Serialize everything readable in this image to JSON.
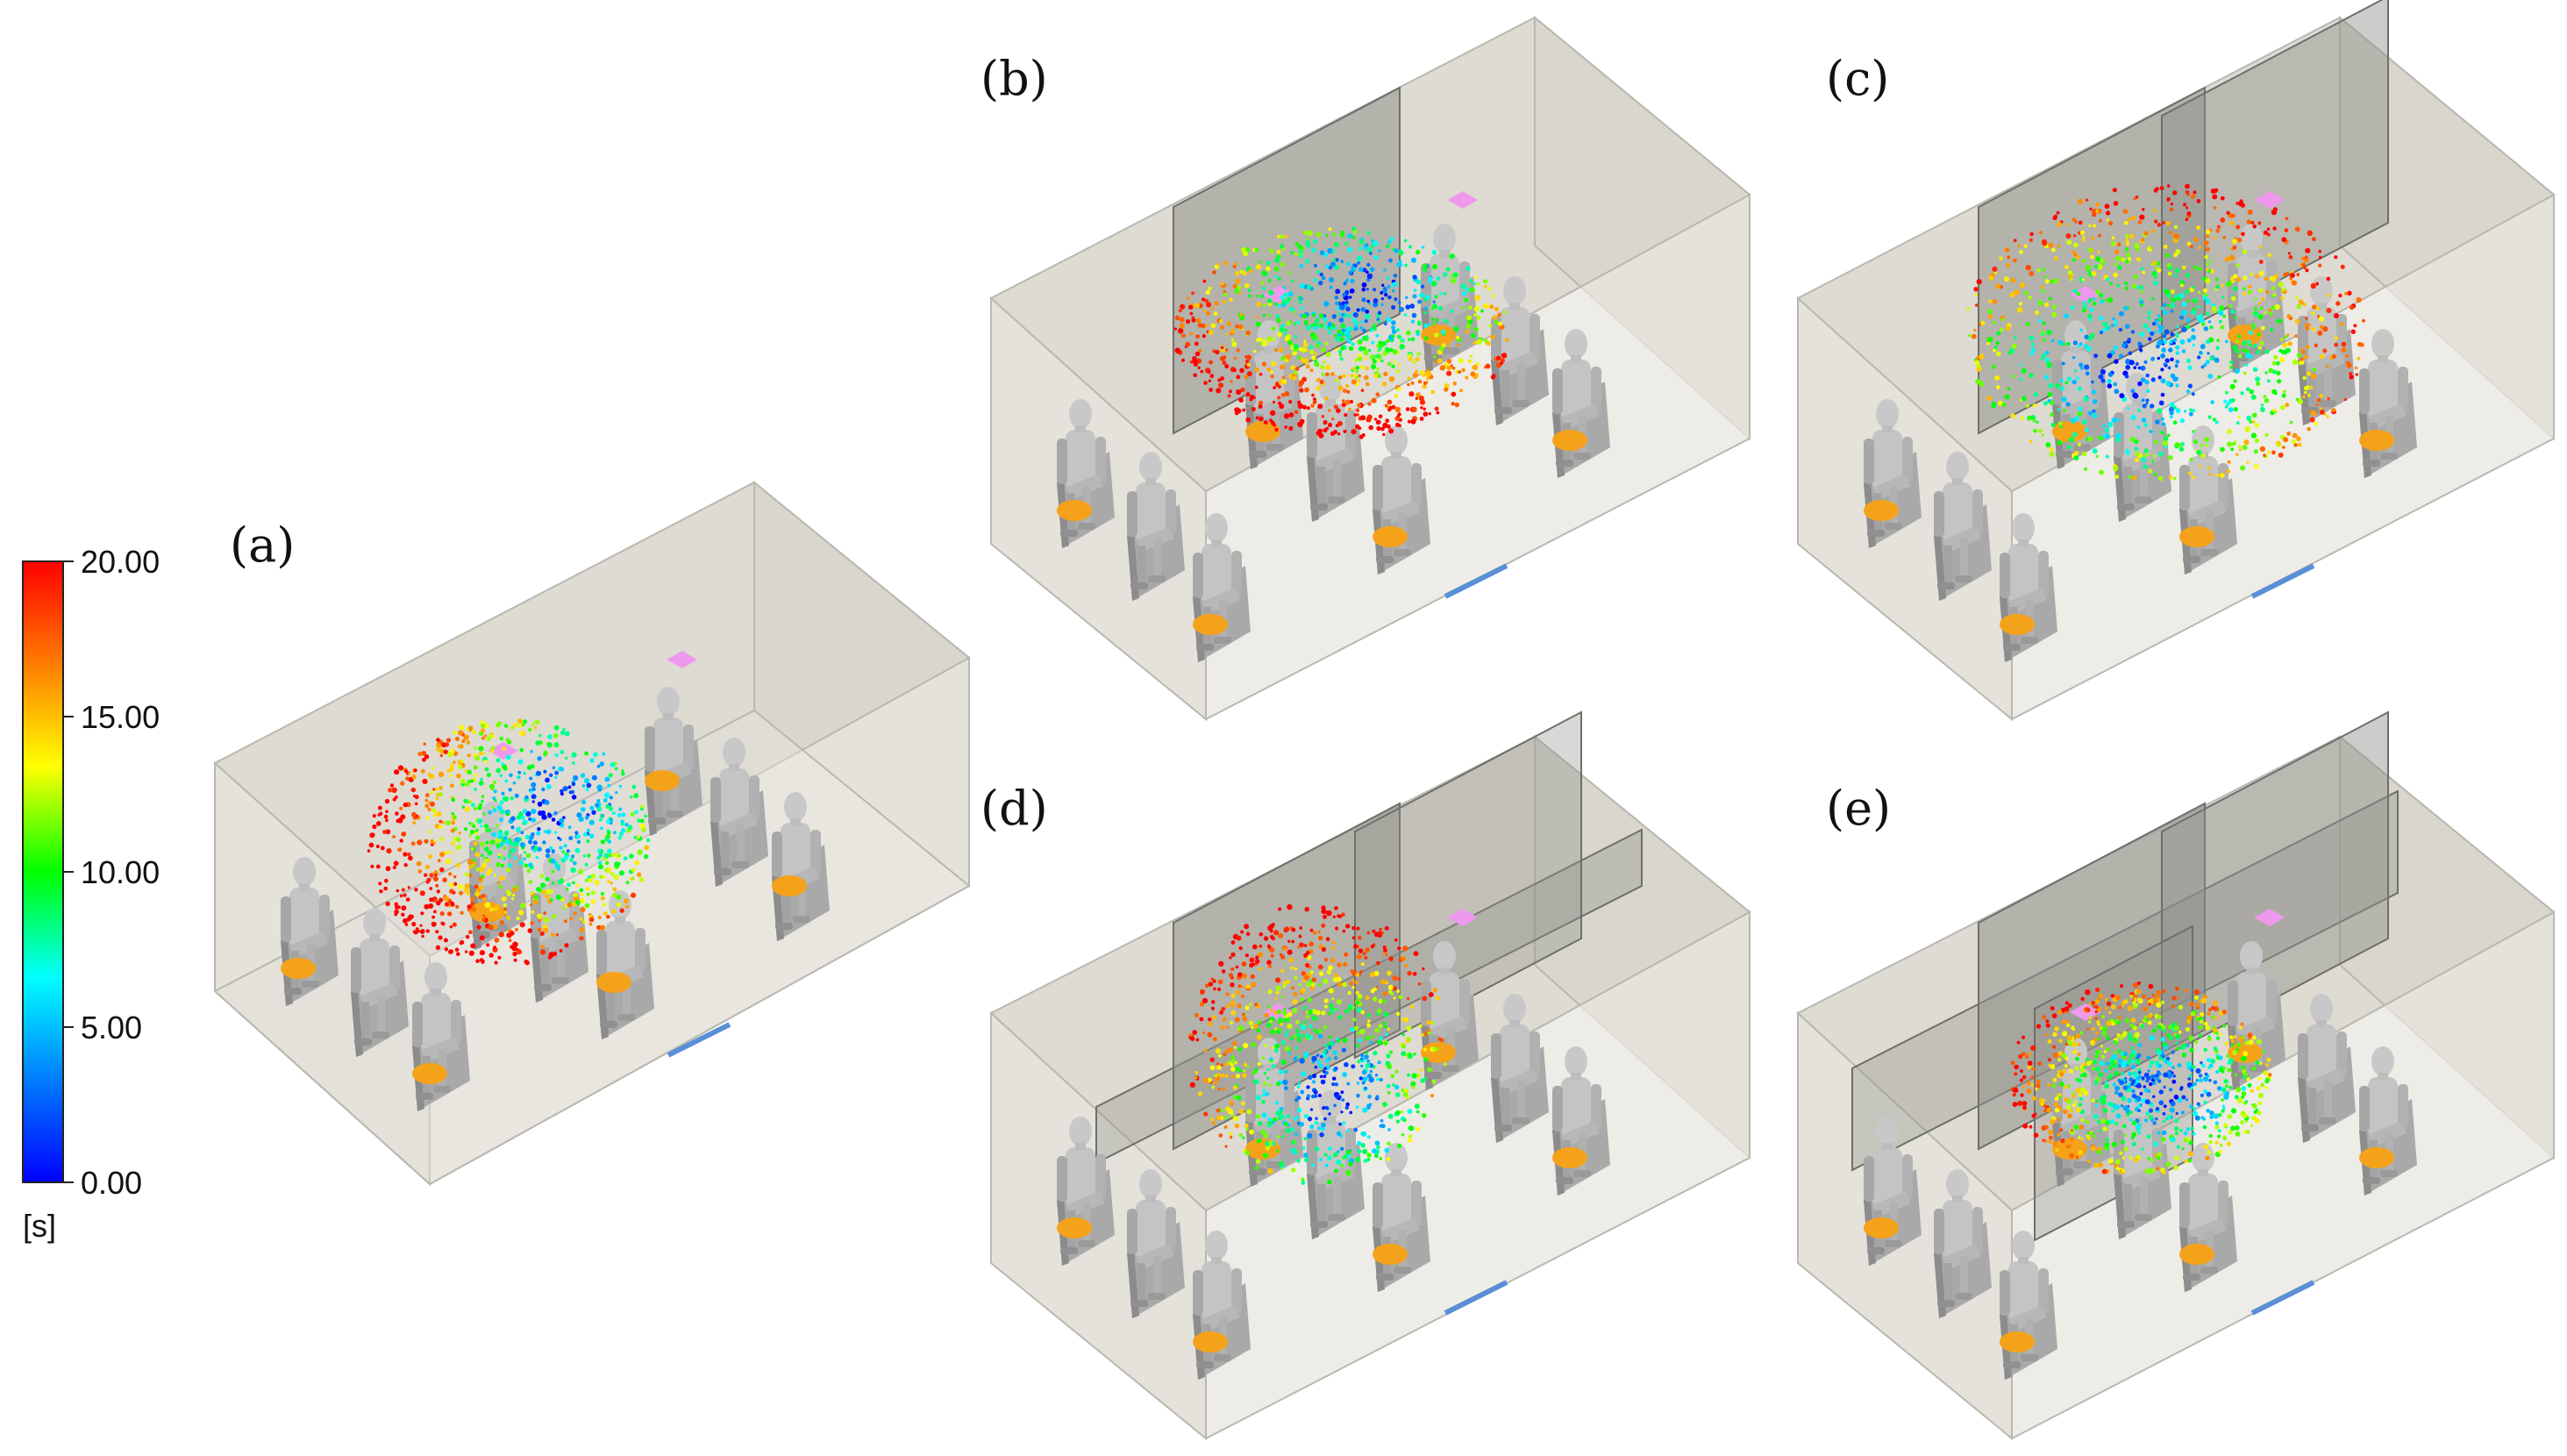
{
  "colorbar": {
    "ticks": [
      "20.00",
      "15.00",
      "10.00",
      "5.00",
      "0.00"
    ],
    "unit": "[s]",
    "range": [
      0,
      20
    ],
    "colors": [
      "#ff0000",
      "#ff8000",
      "#ffff00",
      "#00ff00",
      "#00ffff",
      "#0080ff",
      "#0000ff"
    ]
  },
  "panels": [
    {
      "label": "(a)",
      "partitions": "none"
    },
    {
      "label": "(b)",
      "partitions": "one transverse screen"
    },
    {
      "label": "(c)",
      "partitions": "two transverse screens"
    },
    {
      "label": "(d)",
      "partitions": "transverse screens with longitudinal screen"
    },
    {
      "label": "(e)",
      "partitions": "full screen enclosure"
    }
  ],
  "colors": {
    "room_fill": "#e6e4dc",
    "room_edge": "#b9b8b0",
    "mannequin": "#bdbdbd",
    "seat_cushion": "#f5a21b",
    "inlet_vent": "#ee99ee",
    "outlet_vent": "#5a8fd8",
    "screen": "#8f8f8a"
  }
}
